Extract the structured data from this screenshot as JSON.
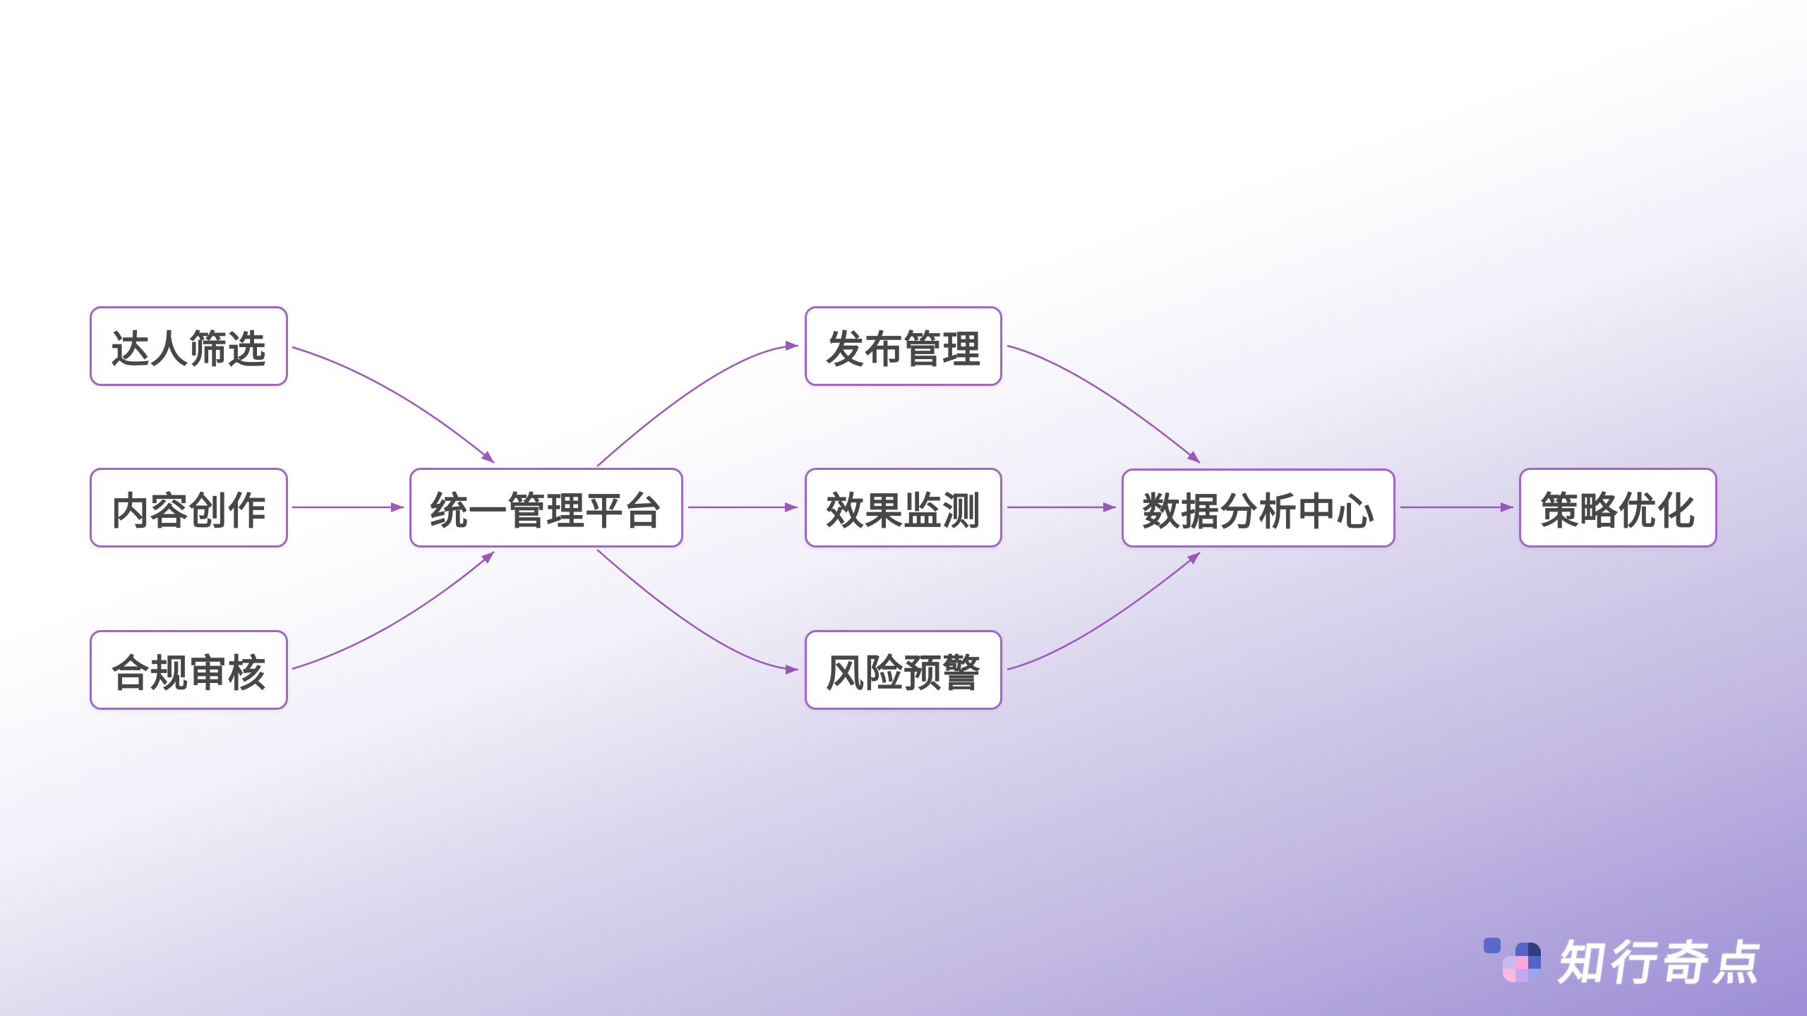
{
  "page": {
    "kind": "marketing-flow-diagram-slide"
  },
  "colors": {
    "node_background": "#ffffff",
    "node_border": "#a365c8",
    "node_text": "#474747",
    "edge": "#9c57bd",
    "background_top": "#ffffff",
    "background_bottom": "#9c8dd5"
  },
  "diagram": {
    "nodes": [
      {
        "id": "talent-screening",
        "label": "达人筛选"
      },
      {
        "id": "content-creation",
        "label": "内容创作"
      },
      {
        "id": "compliance-review",
        "label": "合规审核"
      },
      {
        "id": "unified-management-platform",
        "label": "统一管理平台"
      },
      {
        "id": "publish-management",
        "label": "发布管理"
      },
      {
        "id": "effect-monitoring",
        "label": "效果监测"
      },
      {
        "id": "risk-warning",
        "label": "风险预警"
      },
      {
        "id": "data-analysis-center",
        "label": "数据分析中心"
      },
      {
        "id": "strategy-optimization",
        "label": "策略优化"
      }
    ],
    "edges": [
      {
        "from": "达人筛选",
        "to": "统一管理平台"
      },
      {
        "from": "内容创作",
        "to": "统一管理平台"
      },
      {
        "from": "合规审核",
        "to": "统一管理平台"
      },
      {
        "from": "统一管理平台",
        "to": "发布管理"
      },
      {
        "from": "统一管理平台",
        "to": "效果监测"
      },
      {
        "from": "统一管理平台",
        "to": "风险预警"
      },
      {
        "from": "发布管理",
        "to": "数据分析中心"
      },
      {
        "from": "效果监测",
        "to": "数据分析中心"
      },
      {
        "from": "风险预警",
        "to": "数据分析中心"
      },
      {
        "from": "数据分析中心",
        "to": "策略优化"
      }
    ]
  },
  "brand": {
    "name": "知行奇点",
    "logo_colors": {
      "chip": "#5a68c8",
      "navy": "#2e3d7d",
      "blue": "#5465c5",
      "pink": "#f8a9d9",
      "lavender": "#c9b9ee",
      "light_purple": "#c5a8f0",
      "periwinkle": "#9da3e9",
      "rose": "#f9bade"
    }
  }
}
